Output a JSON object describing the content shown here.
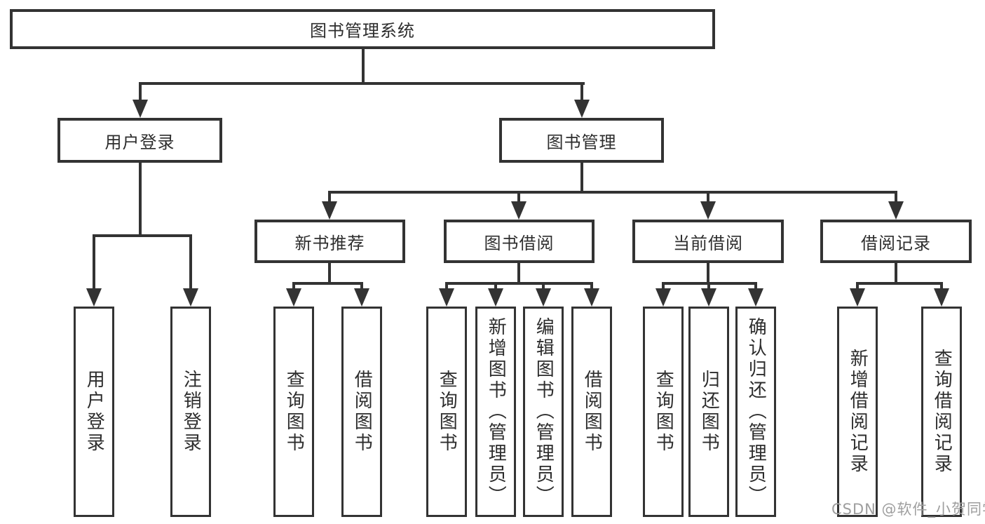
{
  "diagram": {
    "root": "图书管理系统",
    "level2": {
      "userLogin": "用户登录",
      "bookMgmt": "图书管理"
    },
    "level3": {
      "newBooks": "新书推荐",
      "bookBorrow": "图书借阅",
      "currentBorrow": "当前借阅",
      "borrowRecords": "借阅记录"
    },
    "leaves": {
      "userLogin": [
        "用户登录",
        "注销登录"
      ],
      "newBooks": [
        "查询图书",
        "借阅图书"
      ],
      "bookBorrow": [
        "查询图书",
        "新增图书（管理员）",
        "编辑图书（管理员）",
        "借阅图书"
      ],
      "currentBorrow": [
        "查询图书",
        "归还图书",
        "确认归还（管理员）"
      ],
      "borrowRecords": [
        "新增借阅记录",
        "查询借阅记录"
      ]
    }
  },
  "watermark": "CSDN @软件_小贺同学",
  "colors": {
    "line": "#333333",
    "text": "#2d2d2d",
    "bg": "#ffffff",
    "watermark": "#9e9e9e"
  }
}
